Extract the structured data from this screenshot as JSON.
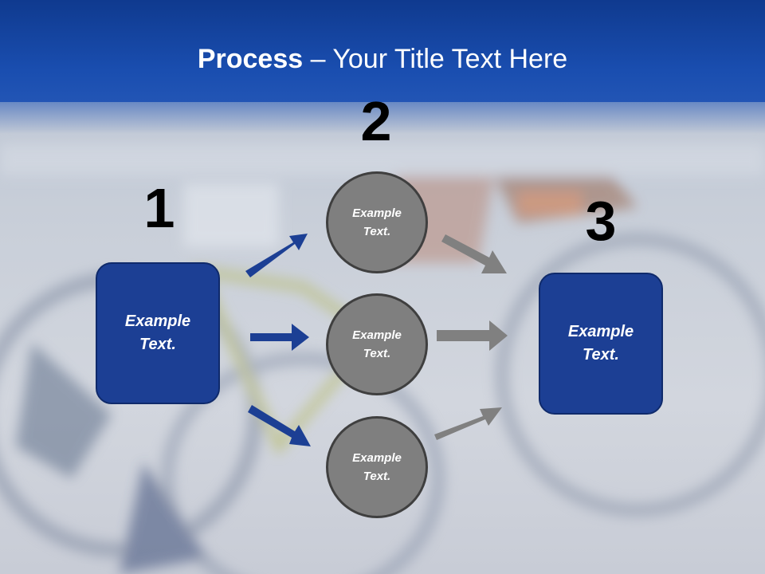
{
  "title": {
    "bold": "Process",
    "rest": " – Your Title Text Here"
  },
  "steps": {
    "one": "1",
    "two": "2",
    "three": "3"
  },
  "left_box": {
    "line1": "Example",
    "line2": "Text."
  },
  "circles": [
    {
      "line1": "Example",
      "line2": "Text."
    },
    {
      "line1": "Example",
      "line2": "Text."
    },
    {
      "line1": "Example",
      "line2": "Text."
    }
  ],
  "right_box": {
    "line1": "Example",
    "line2": "Text."
  },
  "colors": {
    "header": "#1a4eb0",
    "box": "#1c3f94",
    "circle": "#7f7f7f",
    "blue_arrow": "#1c3f94",
    "gray_arrow": "#808080"
  }
}
